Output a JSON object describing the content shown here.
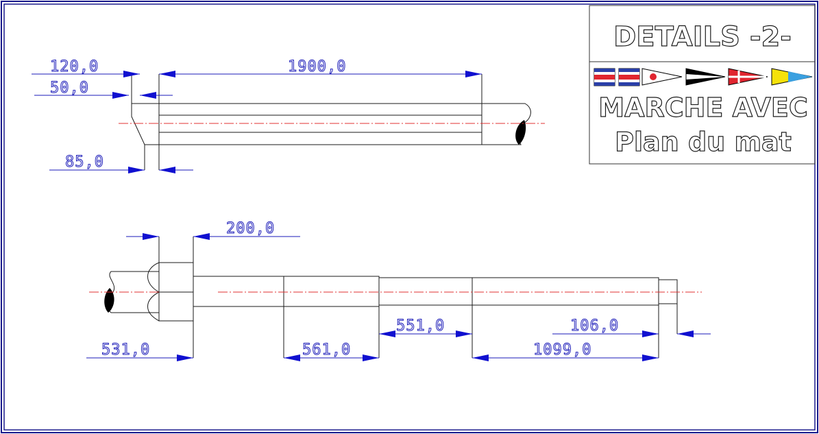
{
  "title_block": {
    "title": "DETAILS -2-",
    "line1": "MARCHE AVEC",
    "line2": "Plan du mat"
  },
  "dimensions": {
    "top_120": "120,0",
    "top_50": "50,0",
    "top_1900": "1900,0",
    "top_85": "85,0",
    "bottom_200": "200,0",
    "bottom_531": "531,0",
    "bottom_561": "561,0",
    "bottom_551": "551,0",
    "bottom_106": "106,0",
    "bottom_1099": "1099,0"
  },
  "colors": {
    "frame": "#1a1a8c",
    "dimension": "#1a1ab8",
    "arrow": "#1010d0",
    "centerline": "#e03030",
    "outline": "#1a1a1a"
  }
}
